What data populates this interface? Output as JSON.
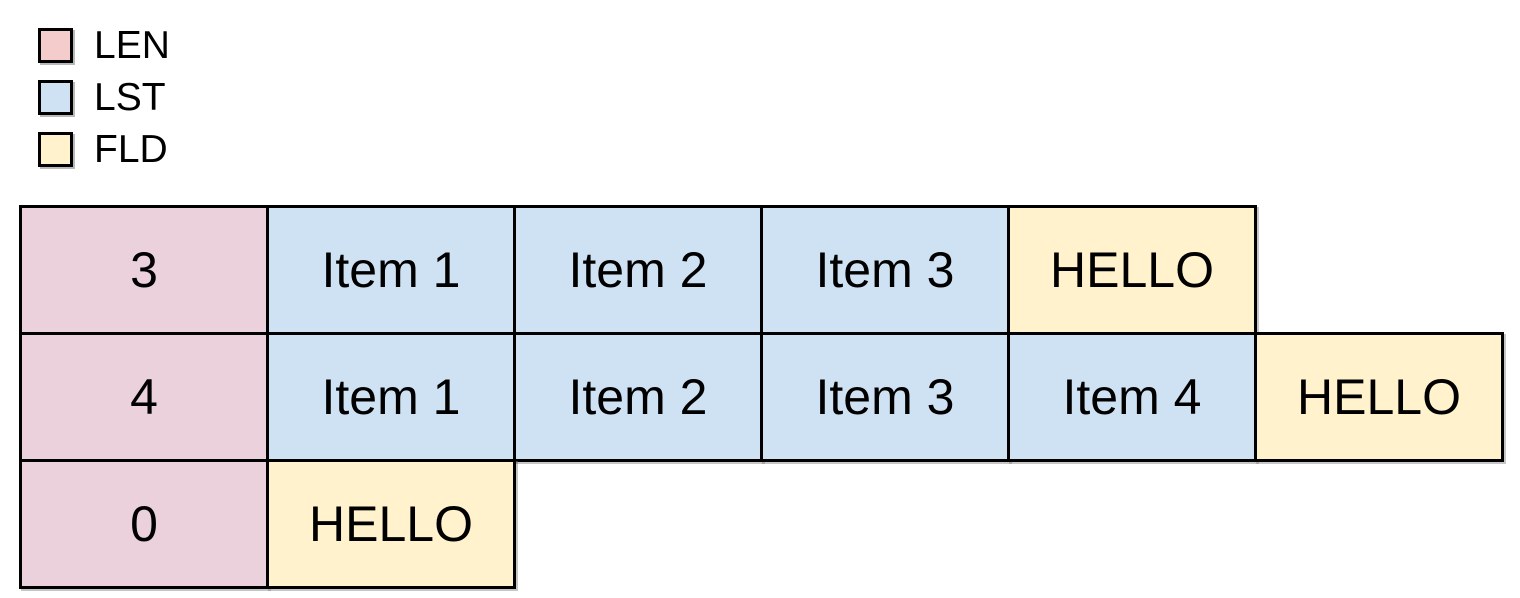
{
  "legend": {
    "items": [
      {
        "label": "LEN",
        "color": "#f4cccc"
      },
      {
        "label": "LST",
        "color": "#cfe2f3"
      },
      {
        "label": "FLD",
        "color": "#fff2cc"
      }
    ]
  },
  "table": {
    "rows": [
      {
        "len": "3",
        "items": [
          "Item 1",
          "Item 2",
          "Item 3"
        ],
        "field": "HELLO"
      },
      {
        "len": "4",
        "items": [
          "Item 1",
          "Item 2",
          "Item 3",
          "Item 4"
        ],
        "field": "HELLO"
      },
      {
        "len": "0",
        "items": [],
        "field": "HELLO"
      }
    ]
  },
  "colors": {
    "len_cell": "#ead1dc",
    "lst_cell": "#cfe2f3",
    "fld_cell": "#fff2cc",
    "legend_len_swatch": "#f4cccc",
    "border": "#000000",
    "background": "#ffffff"
  }
}
